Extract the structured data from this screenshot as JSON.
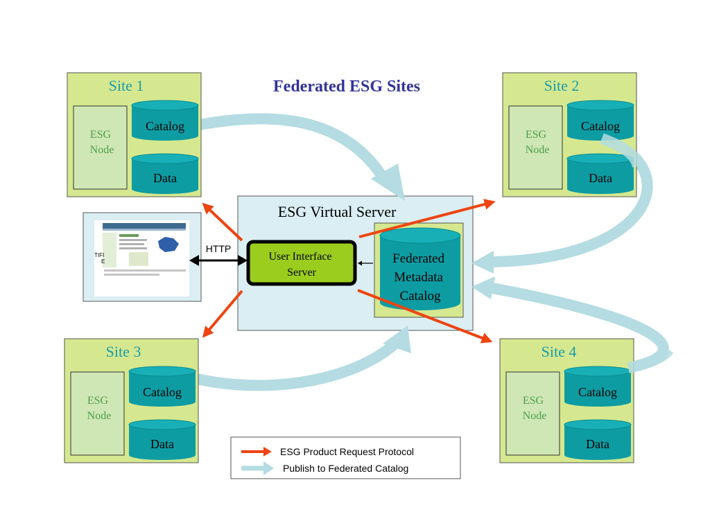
{
  "title": "Federated ESG Sites",
  "sites": [
    {
      "label": "Site 1",
      "node": [
        "ESG",
        "Node"
      ],
      "catalog": "Catalog",
      "data": "Data"
    },
    {
      "label": "Site 2",
      "node": [
        "ESG",
        "Node"
      ],
      "catalog": "Catalog",
      "data": "Data"
    },
    {
      "label": "Site 3",
      "node": [
        "ESG",
        "Node"
      ],
      "catalog": "Catalog",
      "data": "Data"
    },
    {
      "label": "Site 4",
      "node": [
        "ESG",
        "Node"
      ],
      "catalog": "Catalog",
      "data": "Data"
    }
  ],
  "virtual_server": {
    "title": "ESG Virtual Server",
    "ui_server": [
      "User Interface",
      "Server"
    ],
    "federated_catalog": [
      "Federated",
      "Metadata",
      "Catalog"
    ]
  },
  "connection": {
    "http_label": "HTTP"
  },
  "browser_thumbnail": {
    "side_text": [
      "TIFI",
      "E"
    ]
  },
  "legend": {
    "items": [
      {
        "label": "ESG Product Request Protocol",
        "color": "#ee4411"
      },
      {
        "label": "Publish to Federated Catalog",
        "color": "#b4dce2"
      }
    ]
  },
  "colors": {
    "site_fill": "#d5e88f",
    "node_fill": "#cfe7b4",
    "cylinder": "#0e9ca3",
    "cylinder_top": "#18b0b6",
    "server_fill": "#daeef3",
    "ui_fill": "#9acd1e",
    "title": "#333399",
    "site_label": "#1a9ca8",
    "node_text": "#4d9e4d"
  }
}
